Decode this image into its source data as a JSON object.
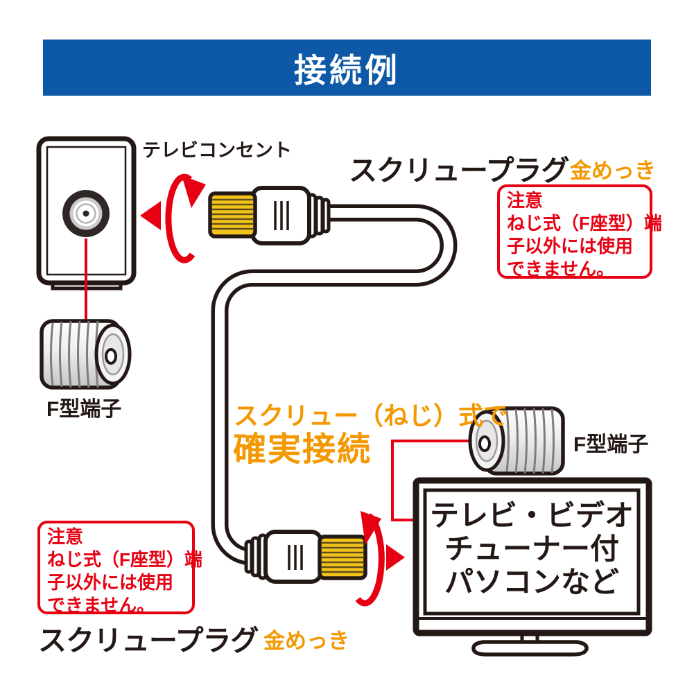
{
  "header": {
    "title": "接続例"
  },
  "colors": {
    "header_blue": "#0d59a7",
    "accent_red": "#e60012",
    "accent_orange": "#f39800",
    "gold_plating": "#f3c319",
    "ink_black": "#231815"
  },
  "top_section": {
    "outlet_label": "テレビコンセント",
    "plug_label": "スクリュープラグ",
    "plating_label": "金めっき",
    "caution": {
      "title": "注意",
      "lines": [
        "ねじ式（F座型）端",
        "子以外には使用",
        "できません。"
      ]
    },
    "terminal_label": "F型端子"
  },
  "middle": {
    "line1": "スクリュー（ねじ）式で",
    "line2": "確実接続",
    "terminal_label": "F型端子"
  },
  "device": {
    "lines": [
      "テレビ・ビデオ",
      "チューナー付",
      "パソコンなど"
    ]
  },
  "bottom_section": {
    "caution": {
      "title": "注意",
      "lines": [
        "ねじ式（F座型）端",
        "子以外には使用",
        "できません。"
      ]
    },
    "plug_label": "スクリュープラグ",
    "plating_label": "金めっき"
  }
}
